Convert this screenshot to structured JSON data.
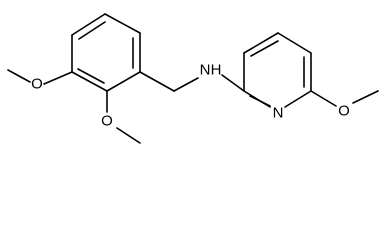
{
  "molecule": {
    "atom_labels": {
      "amine_n": "N",
      "amine_h": "H",
      "ring_n": "N",
      "methoxy_o1": "O",
      "methoxy_o2": "O",
      "methoxy_o3": "O"
    }
  },
  "colors": {
    "bond": "#000000",
    "background": "#ffffff"
  }
}
